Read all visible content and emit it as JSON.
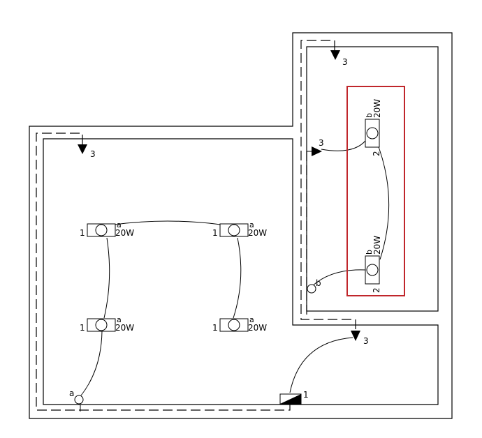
{
  "colors": {
    "line": "#000000",
    "highlight": "#c0262b",
    "background": "#ffffff"
  },
  "outlets": [
    {
      "id": "outlet-top",
      "label": "3"
    },
    {
      "id": "outlet-left-room",
      "label": "3"
    },
    {
      "id": "outlet-right-room",
      "label": "3"
    },
    {
      "id": "outlet-corridor",
      "label": "3"
    }
  ],
  "panel": {
    "label": "1"
  },
  "switches": [
    {
      "id": "switch-a",
      "label": "a"
    },
    {
      "id": "switch-b",
      "label": "b"
    }
  ],
  "lamps_left": [
    {
      "id": "lamp-tl",
      "circuit": "1",
      "group": "a",
      "power": "20W"
    },
    {
      "id": "lamp-tr",
      "circuit": "1",
      "group": "a",
      "power": "20W"
    },
    {
      "id": "lamp-bl",
      "circuit": "1",
      "group": "a",
      "power": "20W"
    },
    {
      "id": "lamp-br",
      "circuit": "1",
      "group": "a",
      "power": "20W"
    }
  ],
  "lamps_right": [
    {
      "id": "lamp-rt",
      "circuit": "2",
      "group": "b",
      "power": "20W"
    },
    {
      "id": "lamp-rb",
      "circuit": "2",
      "group": "b",
      "power": "20W"
    }
  ]
}
